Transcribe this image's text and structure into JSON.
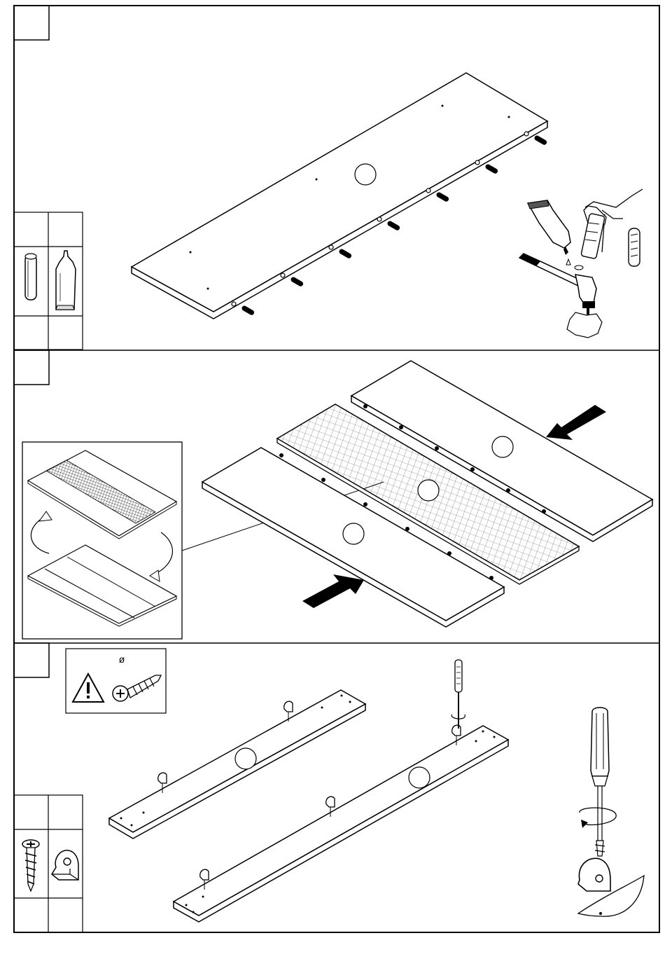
{
  "document": {
    "type": "assembly-instructions",
    "steps": [
      {
        "step_number": "",
        "parts_table": {
          "icons": [
            "wooden-dowel-icon",
            "glue-bottle-icon"
          ],
          "quantities": [
            "",
            ""
          ]
        },
        "illustration": "panel-with-dowels",
        "tools": [
          "glue-bottle-icon",
          "hand-icon",
          "hammer-icon",
          "dowel-icon"
        ]
      },
      {
        "step_number": "",
        "illustration": "panels-joined-with-mesh",
        "detail_box": "panel-flip-detail"
      },
      {
        "step_number": "",
        "warning": {
          "diameter_symbol": "ø",
          "icons": [
            "warning-triangle-icon",
            "screw-icon"
          ]
        },
        "parts_table": {
          "icons": [
            "screw-icon",
            "angle-bracket-icon"
          ],
          "quantities": [
            "",
            ""
          ]
        },
        "illustration": "rails-with-brackets",
        "tools": [
          "screwdriver-icon"
        ]
      }
    ]
  }
}
